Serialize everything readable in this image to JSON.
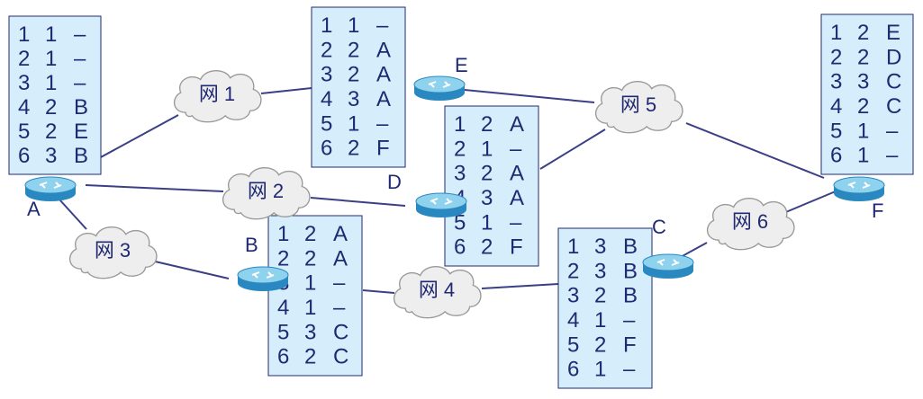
{
  "clouds": [
    {
      "id": "net1",
      "label": "网 1"
    },
    {
      "id": "net2",
      "label": "网 2"
    },
    {
      "id": "net3",
      "label": "网 3"
    },
    {
      "id": "net4",
      "label": "网 4"
    },
    {
      "id": "net5",
      "label": "网 5"
    },
    {
      "id": "net6",
      "label": "网 6"
    }
  ],
  "routers": [
    {
      "id": "A",
      "label": "A"
    },
    {
      "id": "B",
      "label": "B"
    },
    {
      "id": "C",
      "label": "C"
    },
    {
      "id": "D",
      "label": "D"
    },
    {
      "id": "E",
      "label": "E"
    },
    {
      "id": "F",
      "label": "F"
    }
  ],
  "tables": {
    "A": [
      [
        "1",
        "1",
        "–"
      ],
      [
        "2",
        "1",
        "–"
      ],
      [
        "3",
        "1",
        "–"
      ],
      [
        "4",
        "2",
        "B"
      ],
      [
        "5",
        "2",
        "E"
      ],
      [
        "6",
        "3",
        "B"
      ]
    ],
    "E": [
      [
        "1",
        "1",
        "–"
      ],
      [
        "2",
        "2",
        "A"
      ],
      [
        "3",
        "2",
        "A"
      ],
      [
        "4",
        "3",
        "A"
      ],
      [
        "5",
        "1",
        "–"
      ],
      [
        "6",
        "2",
        "F"
      ]
    ],
    "D": [
      [
        "1",
        "2",
        "A"
      ],
      [
        "2",
        "1",
        "–"
      ],
      [
        "3",
        "2",
        "A"
      ],
      [
        "4",
        "3",
        "A"
      ],
      [
        "5",
        "1",
        "–"
      ],
      [
        "6",
        "2",
        "F"
      ]
    ],
    "B": [
      [
        "1",
        "2",
        "A"
      ],
      [
        "2",
        "2",
        "A"
      ],
      [
        "3",
        "1",
        "–"
      ],
      [
        "4",
        "1",
        "–"
      ],
      [
        "5",
        "3",
        "C"
      ],
      [
        "6",
        "2",
        "C"
      ]
    ],
    "C": [
      [
        "1",
        "3",
        "B"
      ],
      [
        "2",
        "3",
        "B"
      ],
      [
        "3",
        "2",
        "B"
      ],
      [
        "4",
        "1",
        "–"
      ],
      [
        "5",
        "2",
        "F"
      ],
      [
        "6",
        "1",
        "–"
      ]
    ],
    "F": [
      [
        "1",
        "2",
        "E"
      ],
      [
        "2",
        "2",
        "D"
      ],
      [
        "3",
        "3",
        "C"
      ],
      [
        "4",
        "2",
        "C"
      ],
      [
        "5",
        "1",
        "–"
      ],
      [
        "6",
        "1",
        "–"
      ]
    ]
  },
  "colors": {
    "table_fill": "#d6eefb",
    "text": "#202a72",
    "line": "#3a3f86",
    "cloud_fill": "#eeeeee",
    "router_top": "#8fd2ee",
    "router_side": "#2a88c0"
  }
}
